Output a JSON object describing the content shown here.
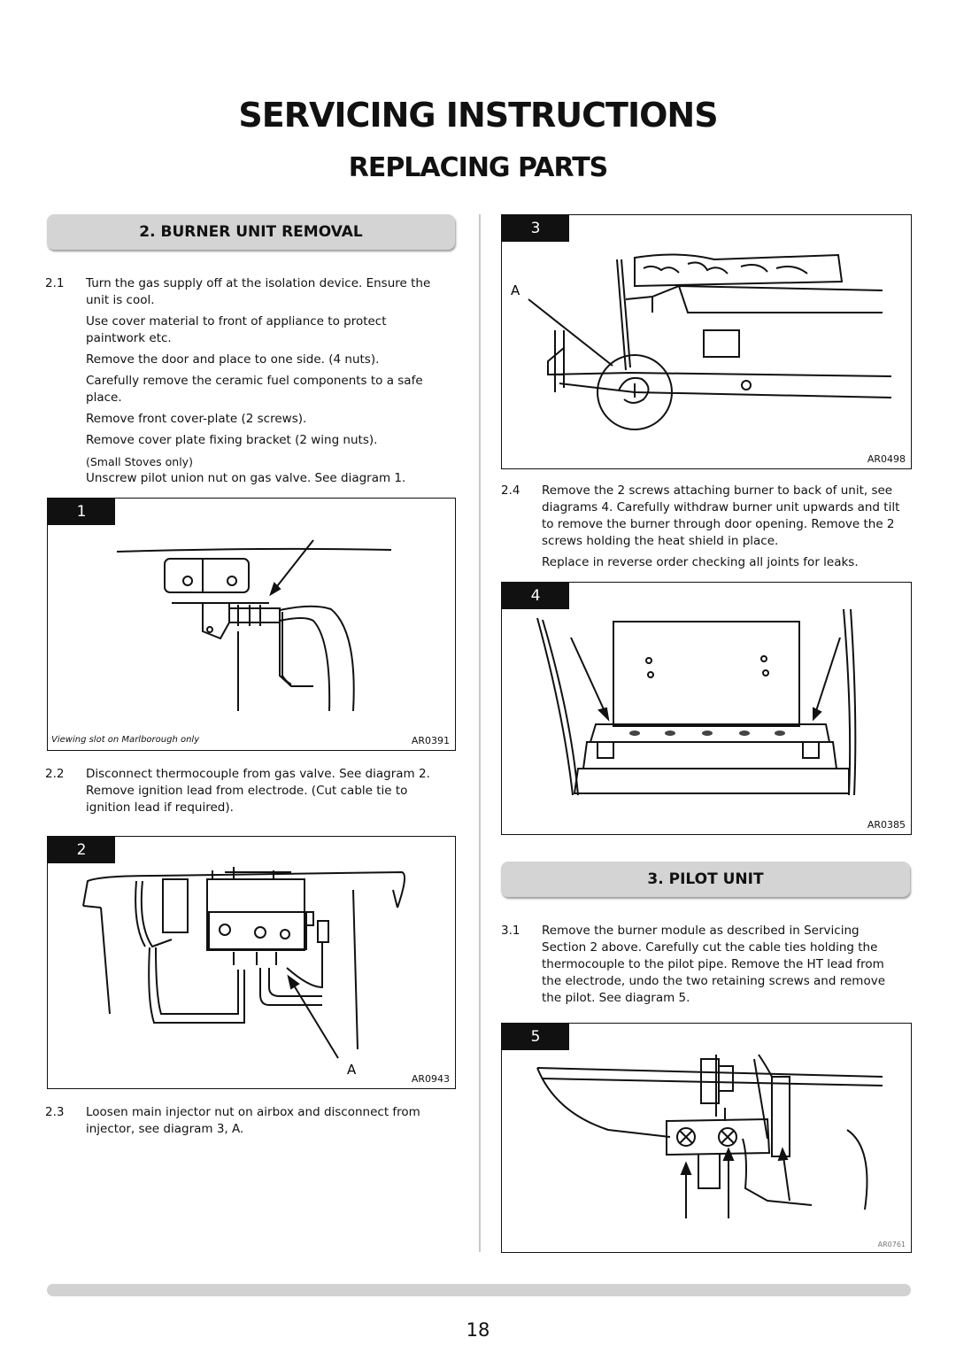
{
  "header": {
    "title": "SERVICING INSTRUCTIONS",
    "subtitle": "REPLACING PARTS"
  },
  "section_burner": {
    "heading": "2. BURNER UNIT REMOVAL",
    "p2_1": {
      "num": "2.1",
      "lines": [
        "Turn the gas supply off at the isolation device. Ensure the",
        "unit is cool.",
        "Use cover material to front of appliance to protect",
        "paintwork etc.",
        "Remove the door and place to one side. (4 nuts).",
        "Carefully remove the ceramic fuel components to a safe",
        "place.",
        "Remove front cover-plate (2 screws).",
        "Remove cover plate fixing bracket (2 wing nuts).",
        "(Small Stoves only)",
        "Unscrew pilot union nut on gas valve. See diagram 1."
      ]
    },
    "p2_2": {
      "num": "2.2",
      "lines": [
        "Disconnect thermocouple from gas valve. See diagram 2.",
        "Remove ignition lead from electrode. (Cut cable tie to",
        "ignition lead if required)."
      ]
    },
    "p2_3": {
      "num": "2.3",
      "lines": [
        "Loosen main injector nut on airbox and disconnect from",
        "injector, see diagram 3, A."
      ]
    },
    "p2_4": {
      "num": "2.4",
      "lines": [
        "Remove the 2 screws attaching burner to back of unit, see",
        "diagrams 4. Carefully withdraw burner unit upwards and tilt",
        "to remove the burner through door opening. Remove the 2",
        "screws holding the heat shield in place.",
        "Replace in reverse order checking all joints for leaks."
      ]
    }
  },
  "section_pilot": {
    "heading": "3. PILOT UNIT",
    "p3_1": {
      "num": "3.1",
      "lines": [
        "Remove the burner module as described in Servicing",
        "Section 2 above. Carefully cut the cable ties holding the",
        "thermocouple to the pilot pipe. Remove the HT lead from",
        "the electrode, undo the two retaining screws and remove",
        "the pilot. See diagram 5."
      ]
    }
  },
  "figures": {
    "fig1": {
      "number": "1",
      "ref": "AR0391",
      "caption": "Viewing slot on Marlborough only"
    },
    "fig2": {
      "number": "2",
      "ref": "AR0943",
      "label": "A"
    },
    "fig3": {
      "number": "3",
      "ref": "AR0498",
      "label": "A"
    },
    "fig4": {
      "number": "4",
      "ref": "AR0385"
    },
    "fig5": {
      "number": "5",
      "ref": "AR0761"
    }
  },
  "footer": {
    "page_number": "18"
  }
}
